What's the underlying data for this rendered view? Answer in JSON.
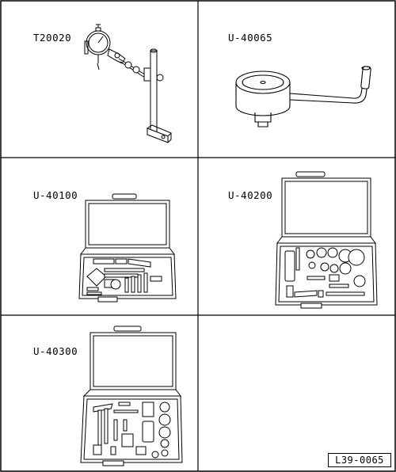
{
  "tools": [
    {
      "code": "T20020",
      "icon": "dial-indicator-with-stand-icon"
    },
    {
      "code": "U-40065",
      "icon": "press-tool-with-handle-icon"
    },
    {
      "code": "U-40100",
      "icon": "tool-kit-case-icon"
    },
    {
      "code": "U-40200",
      "icon": "tool-kit-case-icon"
    },
    {
      "code": "U-40300",
      "icon": "tool-kit-case-icon"
    }
  ],
  "figure_ref": "L39-0065"
}
